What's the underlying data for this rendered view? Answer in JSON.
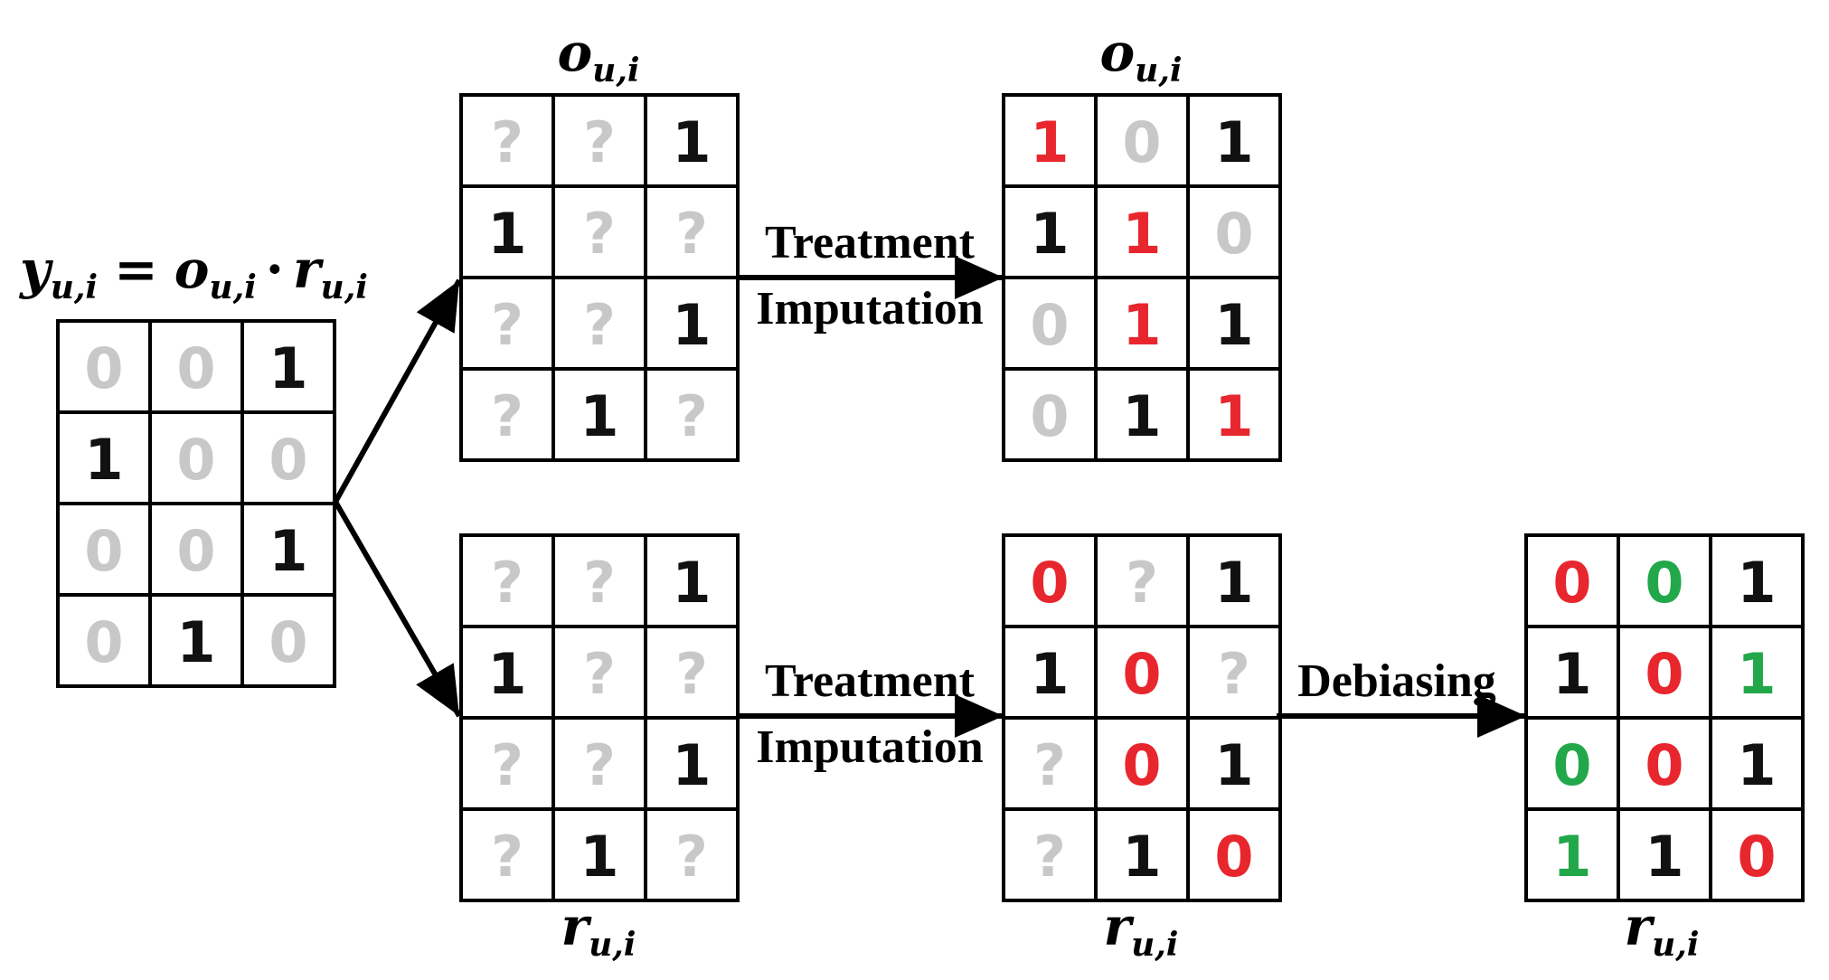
{
  "colors": {
    "known": "#111111",
    "unknown": "#c8c8c8",
    "imputed": "#e8262d",
    "debiased": "#22a84a"
  },
  "formula": {
    "lhs": "y",
    "eq": "=",
    "o": "o",
    "dot": "·",
    "r": "r",
    "sub": "u,i"
  },
  "matrices": [
    {
      "id": "y-matrix",
      "caption": "",
      "sub": "",
      "cells": [
        [
          {
            "v": "0",
            "c": "unknown"
          },
          {
            "v": "0",
            "c": "unknown"
          },
          {
            "v": "1",
            "c": "known"
          }
        ],
        [
          {
            "v": "1",
            "c": "known"
          },
          {
            "v": "0",
            "c": "unknown"
          },
          {
            "v": "0",
            "c": "unknown"
          }
        ],
        [
          {
            "v": "0",
            "c": "unknown"
          },
          {
            "v": "0",
            "c": "unknown"
          },
          {
            "v": "1",
            "c": "known"
          }
        ],
        [
          {
            "v": "0",
            "c": "unknown"
          },
          {
            "v": "1",
            "c": "known"
          },
          {
            "v": "0",
            "c": "unknown"
          }
        ]
      ]
    },
    {
      "id": "o-observed-matrix",
      "caption": "o",
      "sub": "u,i",
      "cells": [
        [
          {
            "v": "?",
            "c": "unknown"
          },
          {
            "v": "?",
            "c": "unknown"
          },
          {
            "v": "1",
            "c": "known"
          }
        ],
        [
          {
            "v": "1",
            "c": "known"
          },
          {
            "v": "?",
            "c": "unknown"
          },
          {
            "v": "?",
            "c": "unknown"
          }
        ],
        [
          {
            "v": "?",
            "c": "unknown"
          },
          {
            "v": "?",
            "c": "unknown"
          },
          {
            "v": "1",
            "c": "known"
          }
        ],
        [
          {
            "v": "?",
            "c": "unknown"
          },
          {
            "v": "1",
            "c": "known"
          },
          {
            "v": "?",
            "c": "unknown"
          }
        ]
      ]
    },
    {
      "id": "o-imputed-matrix",
      "caption": "o",
      "sub": "u,i",
      "cells": [
        [
          {
            "v": "1",
            "c": "imputed"
          },
          {
            "v": "0",
            "c": "unknown"
          },
          {
            "v": "1",
            "c": "known"
          }
        ],
        [
          {
            "v": "1",
            "c": "known"
          },
          {
            "v": "1",
            "c": "imputed"
          },
          {
            "v": "0",
            "c": "unknown"
          }
        ],
        [
          {
            "v": "0",
            "c": "unknown"
          },
          {
            "v": "1",
            "c": "imputed"
          },
          {
            "v": "1",
            "c": "known"
          }
        ],
        [
          {
            "v": "0",
            "c": "unknown"
          },
          {
            "v": "1",
            "c": "known"
          },
          {
            "v": "1",
            "c": "imputed"
          }
        ]
      ]
    },
    {
      "id": "r-observed-matrix",
      "caption": "r",
      "sub": "u,i",
      "cells": [
        [
          {
            "v": "?",
            "c": "unknown"
          },
          {
            "v": "?",
            "c": "unknown"
          },
          {
            "v": "1",
            "c": "known"
          }
        ],
        [
          {
            "v": "1",
            "c": "known"
          },
          {
            "v": "?",
            "c": "unknown"
          },
          {
            "v": "?",
            "c": "unknown"
          }
        ],
        [
          {
            "v": "?",
            "c": "unknown"
          },
          {
            "v": "?",
            "c": "unknown"
          },
          {
            "v": "1",
            "c": "known"
          }
        ],
        [
          {
            "v": "?",
            "c": "unknown"
          },
          {
            "v": "1",
            "c": "known"
          },
          {
            "v": "?",
            "c": "unknown"
          }
        ]
      ]
    },
    {
      "id": "r-imputed-matrix",
      "caption": "r",
      "sub": "u,i",
      "cells": [
        [
          {
            "v": "0",
            "c": "imputed"
          },
          {
            "v": "?",
            "c": "unknown"
          },
          {
            "v": "1",
            "c": "known"
          }
        ],
        [
          {
            "v": "1",
            "c": "known"
          },
          {
            "v": "0",
            "c": "imputed"
          },
          {
            "v": "?",
            "c": "unknown"
          }
        ],
        [
          {
            "v": "?",
            "c": "unknown"
          },
          {
            "v": "0",
            "c": "imputed"
          },
          {
            "v": "1",
            "c": "known"
          }
        ],
        [
          {
            "v": "?",
            "c": "unknown"
          },
          {
            "v": "1",
            "c": "known"
          },
          {
            "v": "0",
            "c": "imputed"
          }
        ]
      ]
    },
    {
      "id": "r-debiased-matrix",
      "caption": "r",
      "sub": "u,i",
      "cells": [
        [
          {
            "v": "0",
            "c": "imputed"
          },
          {
            "v": "0",
            "c": "debiased"
          },
          {
            "v": "1",
            "c": "known"
          }
        ],
        [
          {
            "v": "1",
            "c": "known"
          },
          {
            "v": "0",
            "c": "imputed"
          },
          {
            "v": "1",
            "c": "debiased"
          }
        ],
        [
          {
            "v": "0",
            "c": "debiased"
          },
          {
            "v": "0",
            "c": "imputed"
          },
          {
            "v": "1",
            "c": "known"
          }
        ],
        [
          {
            "v": "1",
            "c": "debiased"
          },
          {
            "v": "1",
            "c": "known"
          },
          {
            "v": "0",
            "c": "imputed"
          }
        ]
      ]
    }
  ],
  "labels": {
    "treatment": "Treatment",
    "imputation": "Imputation",
    "debiasing": "Debiasing"
  }
}
